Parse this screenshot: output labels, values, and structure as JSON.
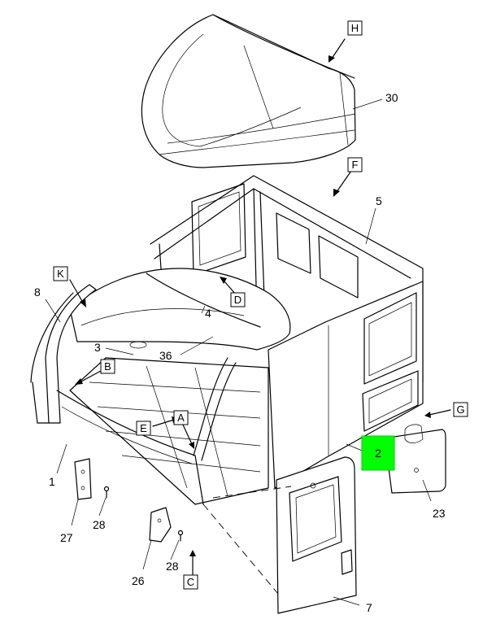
{
  "callouts": {
    "c1": "1",
    "c2": "2",
    "c3": "3",
    "c4": "4",
    "c5": "5",
    "c7": "7",
    "c8": "8",
    "c23": "23",
    "c26": "26",
    "c27": "27",
    "c28a": "28",
    "c28b": "28",
    "c30": "30",
    "c36": "36"
  },
  "views": {
    "H": "H",
    "F": "F",
    "K": "K",
    "D": "D",
    "B": "B",
    "E": "E",
    "A": "A",
    "G": "G",
    "C": "C"
  },
  "highlight": {
    "label": "2",
    "color": "#00ff00"
  }
}
